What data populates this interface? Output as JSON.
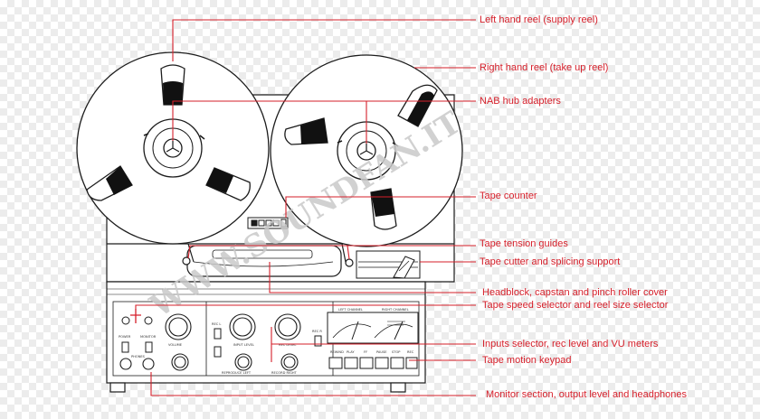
{
  "colors": {
    "callout_line": "#d61f2a",
    "callout_text": "#d61f2a",
    "drawing_ink": "#1c1c1c",
    "watermark": "#c9c9c9"
  },
  "callouts": [
    {
      "id": "left-reel",
      "text": "Left hand reel (supply reel)"
    },
    {
      "id": "right-reel",
      "text": "Right hand reel (take up reel)"
    },
    {
      "id": "nab-hubs",
      "text": "NAB hub adapters"
    },
    {
      "id": "tape-counter",
      "text": "Tape counter"
    },
    {
      "id": "tension-guides",
      "text": "Tape tension guides"
    },
    {
      "id": "cutter",
      "text": "Tape cutter and splicing support"
    },
    {
      "id": "headblock",
      "text": "Headblock, capstan and pinch roller cover"
    },
    {
      "id": "speed-selector",
      "text": "Tape speed selector and reel size selector"
    },
    {
      "id": "inputs",
      "text": "Inputs selector, rec level and VU meters"
    },
    {
      "id": "keypad",
      "text": "Tape motion keypad"
    },
    {
      "id": "monitor",
      "text": "Monitor section, output level and headphones"
    }
  ],
  "watermark": "WWW.SOUNDFAN.IT",
  "panel": {
    "meter_left": "LEFT CHANNEL",
    "meter_right": "RIGHT CHANNEL",
    "keys": [
      "REWIND",
      "PLAY",
      "FF",
      "PAUSE",
      "STOP",
      "REC"
    ],
    "knob_labels": [
      "VOLUME",
      "INPUT LEVEL",
      "REC LEVEL"
    ],
    "switch_labels": [
      "POWER",
      "MONITOR",
      "REC L",
      "REC R"
    ],
    "phones": "PHONES",
    "bottom_left": "REPRODUCE LEFT",
    "bottom_right": "RECORD RIGHT"
  }
}
